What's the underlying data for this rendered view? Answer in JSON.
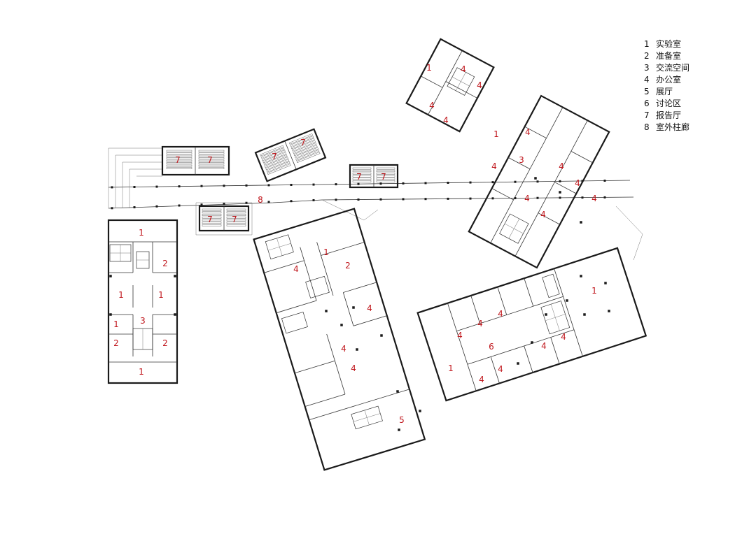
{
  "legend": [
    {
      "num": "1",
      "text": "实验室"
    },
    {
      "num": "2",
      "text": "准备室"
    },
    {
      "num": "3",
      "text": "交流空间"
    },
    {
      "num": "4",
      "text": "办公室"
    },
    {
      "num": "5",
      "text": "展厅"
    },
    {
      "num": "6",
      "text": "讨论区"
    },
    {
      "num": "7",
      "text": "报告厅"
    },
    {
      "num": "8",
      "text": "室外柱廊"
    }
  ],
  "colors": {
    "label": "#c0161c",
    "wall": "#1a1a1a",
    "line": "#333333"
  },
  "labels": {
    "lab": "1",
    "prep": "2",
    "exchange": "3",
    "office": "4",
    "hall": "5",
    "discussion": "6",
    "auditorium": "7",
    "colonnade": "8"
  },
  "room_labels": [
    {
      "id": "w-lab-top",
      "key": "lab"
    },
    {
      "id": "w-prep-1",
      "key": "prep"
    },
    {
      "id": "w-lab-2",
      "key": "lab"
    },
    {
      "id": "w-lab-3",
      "key": "lab"
    },
    {
      "id": "w-lab-4",
      "key": "lab"
    },
    {
      "id": "w-exch",
      "key": "exchange"
    },
    {
      "id": "w-prep-2",
      "key": "prep"
    },
    {
      "id": "w-prep-3",
      "key": "prep"
    },
    {
      "id": "w-lab-bot",
      "key": "lab"
    },
    {
      "id": "aud-1",
      "key": "auditorium"
    },
    {
      "id": "aud-2",
      "key": "auditorium"
    },
    {
      "id": "aud-3",
      "key": "auditorium"
    },
    {
      "id": "aud-4",
      "key": "auditorium"
    },
    {
      "id": "aud-5",
      "key": "auditorium"
    },
    {
      "id": "aud-6",
      "key": "auditorium"
    },
    {
      "id": "aud-7",
      "key": "auditorium"
    },
    {
      "id": "aud-8",
      "key": "auditorium"
    },
    {
      "id": "colonnade",
      "key": "colonnade"
    },
    {
      "id": "c-lab",
      "key": "lab"
    },
    {
      "id": "c-off-1",
      "key": "office"
    },
    {
      "id": "c-prep",
      "key": "prep"
    },
    {
      "id": "c-off-2",
      "key": "office"
    },
    {
      "id": "c-off-3",
      "key": "office"
    },
    {
      "id": "c-off-4",
      "key": "office"
    },
    {
      "id": "c-hall",
      "key": "hall"
    },
    {
      "id": "ne-lab-1",
      "key": "lab"
    },
    {
      "id": "ne-off-1",
      "key": "office"
    },
    {
      "id": "ne-off-2",
      "key": "office"
    },
    {
      "id": "ne-off-3",
      "key": "office"
    },
    {
      "id": "ne-off-4",
      "key": "office"
    },
    {
      "id": "e-lab-1",
      "key": "lab"
    },
    {
      "id": "e-off-1",
      "key": "office"
    },
    {
      "id": "e-exch",
      "key": "exchange"
    },
    {
      "id": "e-off-2",
      "key": "office"
    },
    {
      "id": "e-off-3",
      "key": "office"
    },
    {
      "id": "e-off-4",
      "key": "office"
    },
    {
      "id": "e-off-5",
      "key": "office"
    },
    {
      "id": "e-off-6",
      "key": "office"
    },
    {
      "id": "e-off-7",
      "key": "office"
    },
    {
      "id": "se-lab-big",
      "key": "lab"
    },
    {
      "id": "se-off-1",
      "key": "office"
    },
    {
      "id": "se-off-2",
      "key": "office"
    },
    {
      "id": "se-off-3",
      "key": "office"
    },
    {
      "id": "se-disc",
      "key": "discussion"
    },
    {
      "id": "se-lab-2",
      "key": "lab"
    },
    {
      "id": "se-off-4",
      "key": "office"
    },
    {
      "id": "se-off-5",
      "key": "office"
    },
    {
      "id": "se-off-6",
      "key": "office"
    },
    {
      "id": "se-off-7",
      "key": "office"
    }
  ]
}
